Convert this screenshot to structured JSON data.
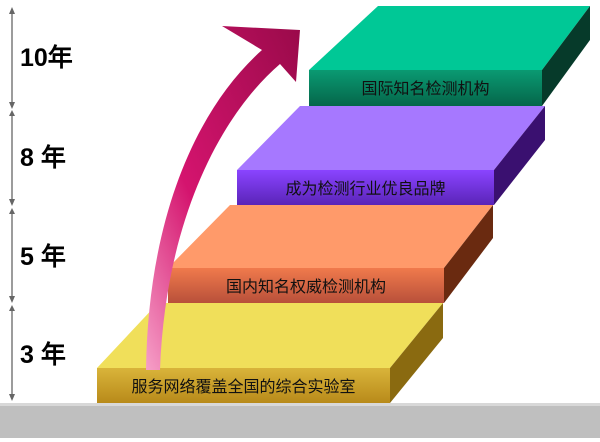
{
  "years": [
    "10年",
    "8 年",
    "5 年",
    "3 年"
  ],
  "steps": [
    {
      "label": "国际知名检测机构",
      "color": "#00c896"
    },
    {
      "label": "成为检测行业优良品牌",
      "color": "#a678ff"
    },
    {
      "label": "国内知名权威检测机构",
      "color": "#ff9a6a"
    },
    {
      "label": "服务网络覆盖全国的综合实验室",
      "color": "#f0df5a"
    }
  ],
  "arrow_color": "#d4146e",
  "ground_color": "#bfbfbf"
}
